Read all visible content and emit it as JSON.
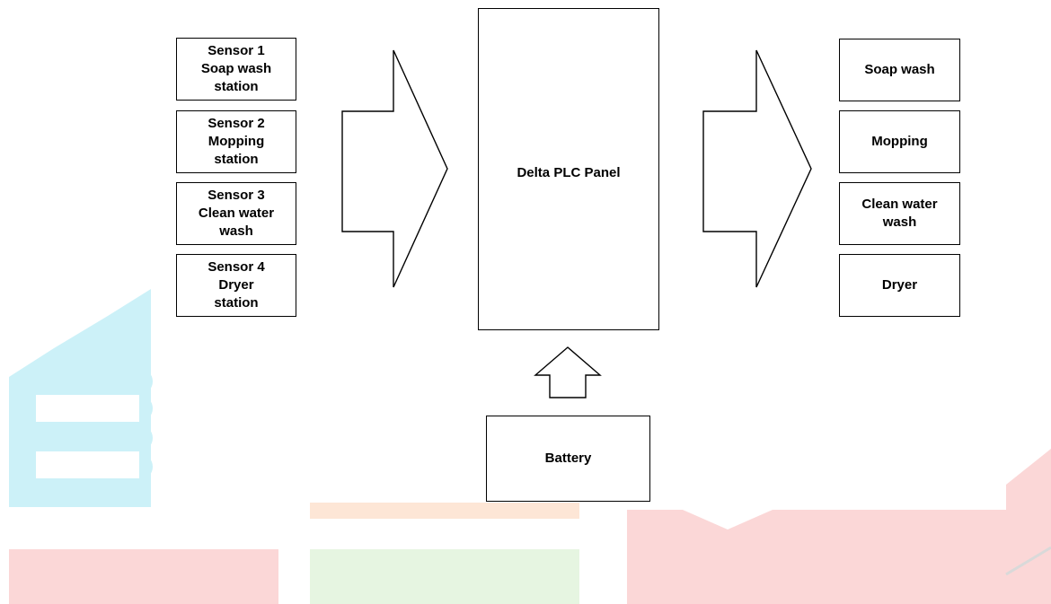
{
  "inputs": [
    {
      "label": "Sensor 1\nSoap wash\nstation"
    },
    {
      "label": "Sensor 2\nMopping\nstation"
    },
    {
      "label": "Sensor 3\nClean water\nwash"
    },
    {
      "label": "Sensor 4\nDryer\nstation"
    }
  ],
  "controller": {
    "label": "Delta PLC Panel"
  },
  "power": {
    "label": "Battery"
  },
  "outputs": [
    {
      "label": "Soap wash"
    },
    {
      "label": "Mopping"
    },
    {
      "label": "Clean water\nwash"
    },
    {
      "label": "Dryer"
    }
  ],
  "colors": {
    "watermark_cyan": "#ccf1f8",
    "watermark_red": "#fbd7d7",
    "watermark_orange": "#fde6d6",
    "watermark_green": "#e6f5e1",
    "stroke": "#000000"
  }
}
